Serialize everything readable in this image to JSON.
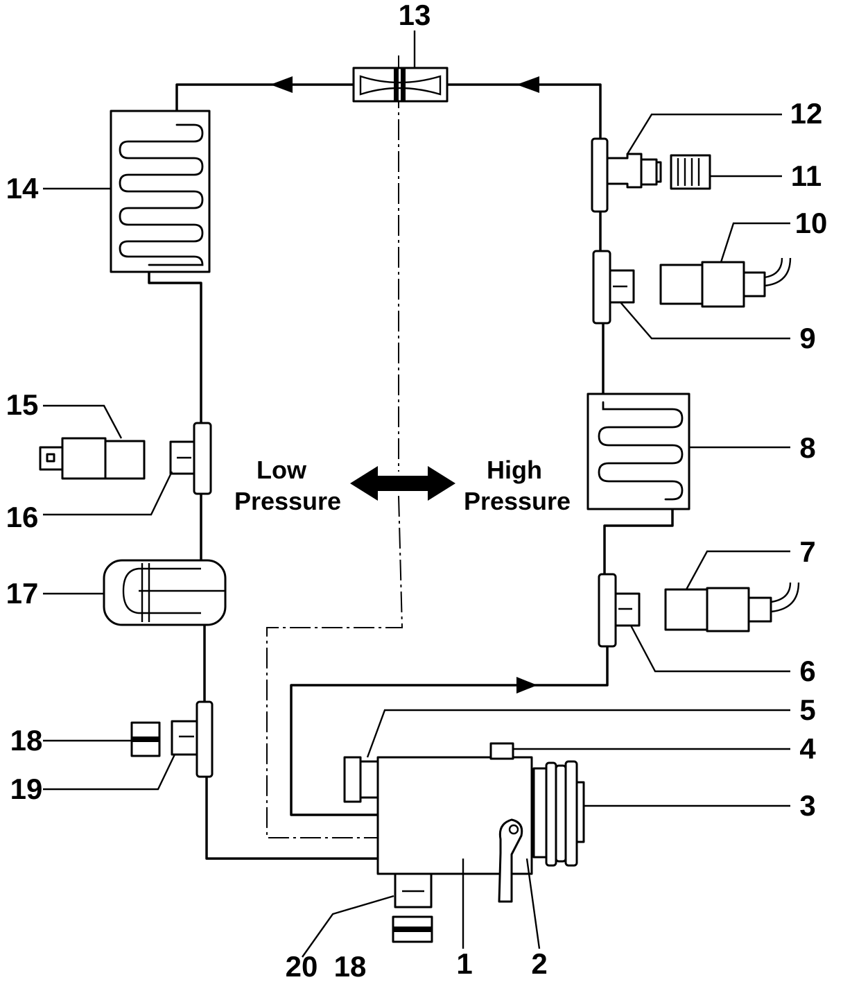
{
  "zones": {
    "low": [
      "Low",
      "Pressure"
    ],
    "high": [
      "High",
      "Pressure"
    ]
  },
  "callouts": {
    "c1": "1",
    "c2": "2",
    "c3": "3",
    "c4": "4",
    "c5": "5",
    "c6": "6",
    "c7": "7",
    "c8": "8",
    "c9": "9",
    "c10": "10",
    "c11": "11",
    "c12": "12",
    "c13": "13",
    "c14": "14",
    "c15": "15",
    "c16": "16",
    "c17": "17",
    "c18a": "18",
    "c18b": "18",
    "c19": "19",
    "c20": "20"
  },
  "colors": {
    "ink": "#000000",
    "paper": "#ffffff"
  }
}
